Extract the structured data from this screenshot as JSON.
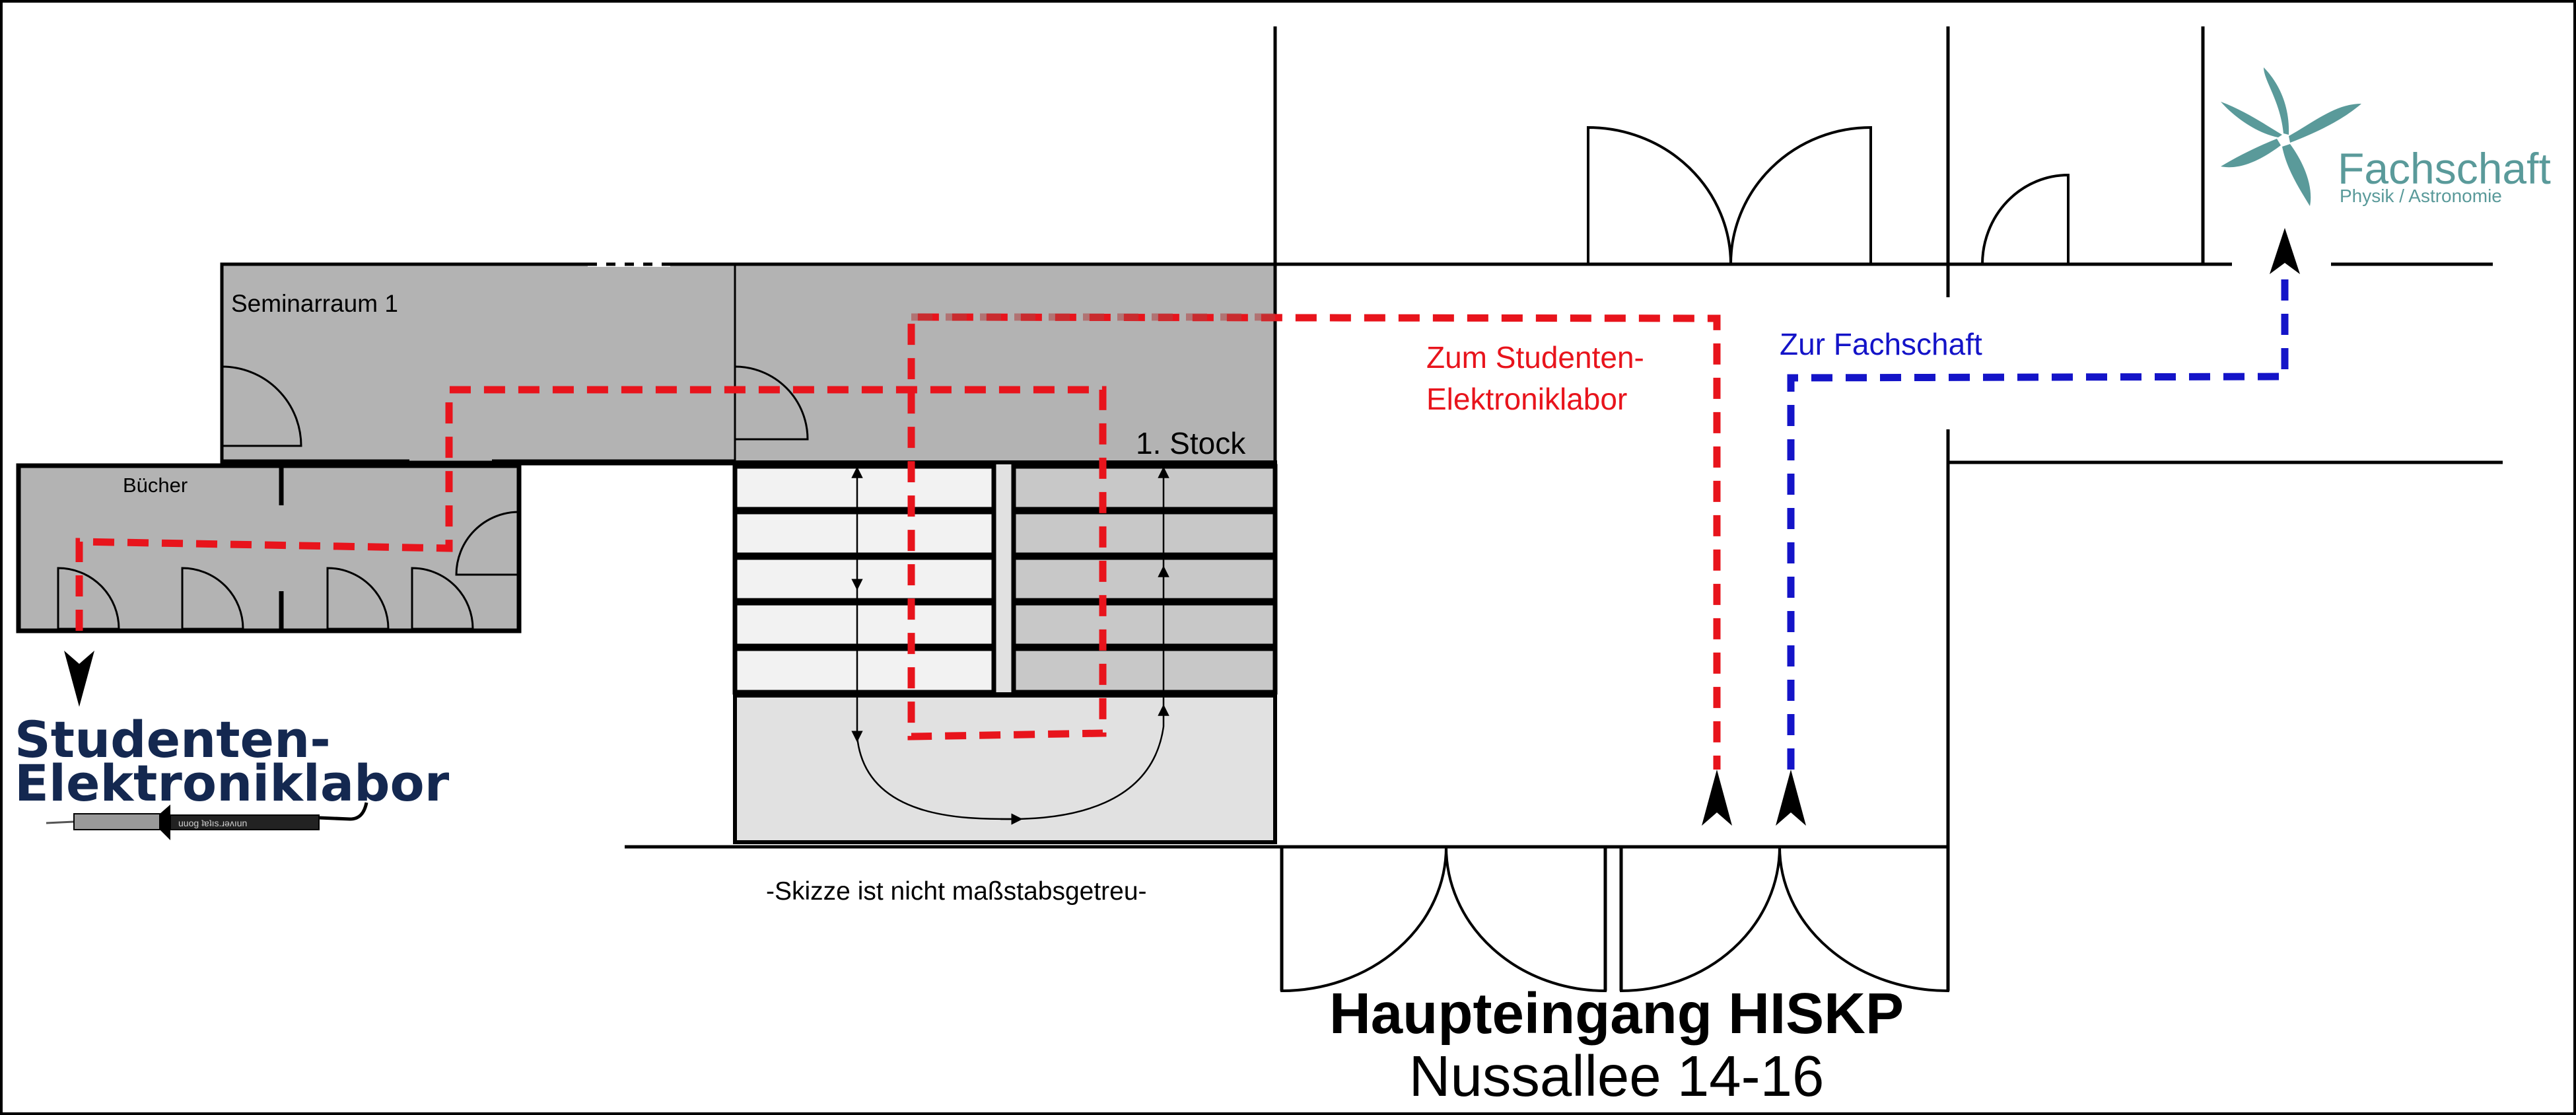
{
  "rooms": {
    "seminar": "Seminarraum 1",
    "books": "Bücher",
    "floor": "1. Stock"
  },
  "routes": {
    "lab_line1": "Zum Studenten-",
    "lab_line2": "Elektroniklabor",
    "fachschaft": "Zur Fachschaft"
  },
  "note": "-Skizze ist nicht maßstabsgetreu-",
  "entrance": {
    "title": "Haupteingang HISKP",
    "address": "Nussallee 14-16"
  },
  "lab_logo": {
    "line1": "Studenten-",
    "line2": "Elektroniklabor",
    "probe_text": "uuog ʇɐʇıs.ɹəʌıun"
  },
  "fachschaft_logo": {
    "name": "Fachschaft",
    "sub": "Physik / Astronomie"
  },
  "colors": {
    "route_lab": "#e8141c",
    "route_fachschaft": "#1414c8",
    "wall": "#000000",
    "room_fill": "#b3b3b3",
    "stair_light": "#f2f2f2",
    "landing": "#e1e1e1",
    "lab_logo": "#142850",
    "fachschaft_logo": "#5a9a9a"
  }
}
